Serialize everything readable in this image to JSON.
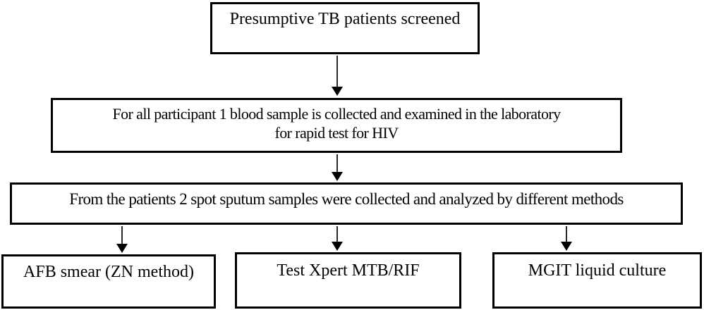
{
  "diagram": {
    "colors": {
      "border": "#000000",
      "background": "#ffffff",
      "text": "#000000"
    },
    "nodes": {
      "screened": {
        "label": "Presumptive TB patients screened"
      },
      "blood": {
        "label": "For all participant 1 blood sample is collected and examined in the laboratory for rapid test for HIV",
        "lines": [
          "For all participant 1 blood sample is collected and examined in the laboratory",
          "for rapid test for HIV"
        ]
      },
      "sputum": {
        "label": "From the patients 2 spot sputum samples were collected and analyzed by different methods"
      },
      "afb": {
        "label": "AFB smear (ZN method)"
      },
      "xpert": {
        "label": "Test Xpert MTB/RIF"
      },
      "mgit": {
        "label": "MGIT liquid culture"
      }
    }
  }
}
